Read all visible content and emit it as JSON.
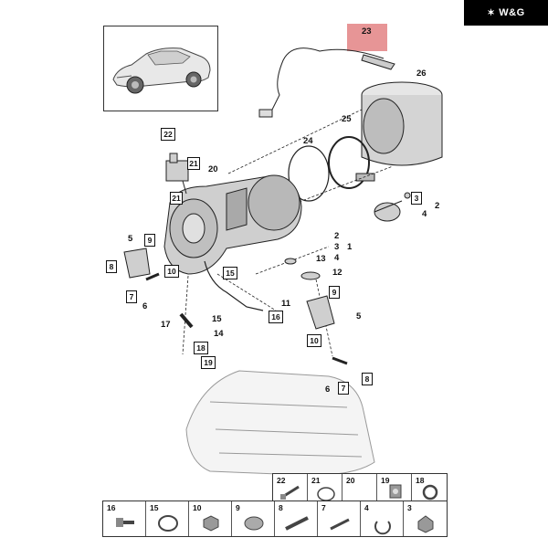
{
  "brand": {
    "text": "W&G",
    "logo_icon": "wing-logo"
  },
  "callouts": {
    "n23": "23",
    "n26": "26",
    "n25": "25",
    "n24": "24",
    "n22": "22",
    "n21a": "21",
    "n20": "20",
    "n21b": "21",
    "n2a": "2",
    "n3a": "3",
    "n4a": "4",
    "n5a": "5",
    "n9a": "9",
    "n8a": "8",
    "n10a": "10",
    "n15a": "15",
    "n7a": "7",
    "n6a": "6",
    "n13": "13",
    "n2b": "2",
    "n3b": "3",
    "n4b": "4",
    "n1": "1",
    "n12": "12",
    "n11": "11",
    "n9b": "9",
    "n5b": "5",
    "n17": "17",
    "n15b": "15",
    "n14": "14",
    "n16": "16",
    "n18": "18",
    "n19": "19",
    "n10b": "10",
    "n8b": "8",
    "n6b": "6",
    "n7b": "7"
  },
  "legend_top": [
    "22",
    "21",
    "20",
    "19",
    "18"
  ],
  "legend_bottom": [
    "16",
    "15",
    "10",
    "9",
    "8",
    "7",
    "4",
    "3"
  ],
  "colors": {
    "highlight": "#e4898b",
    "line": "#222222",
    "part_fill": "#c9c9c9"
  }
}
